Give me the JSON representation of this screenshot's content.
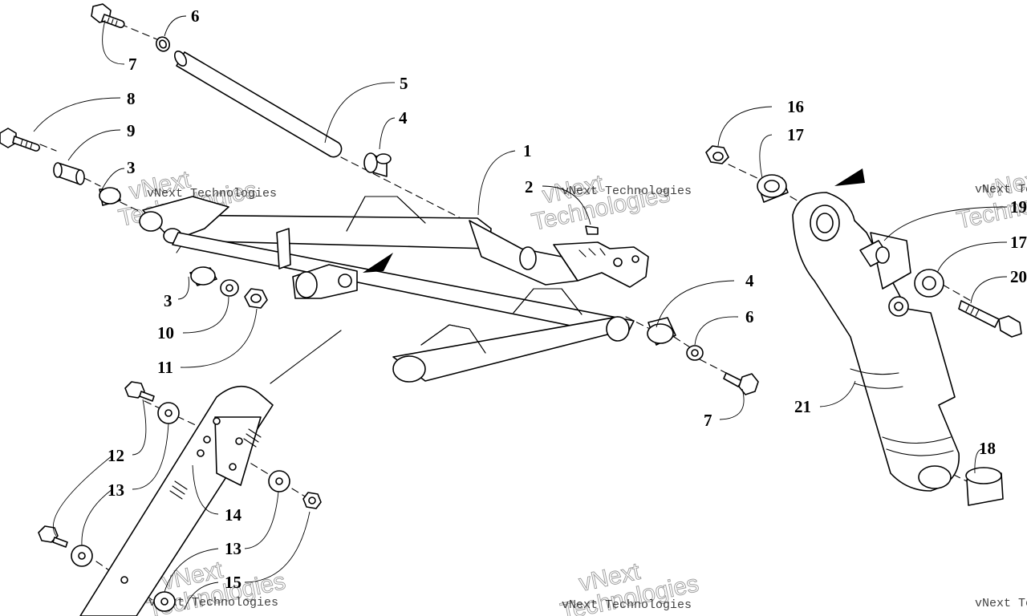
{
  "callouts": [
    {
      "id": "c1",
      "text": "1"
    },
    {
      "id": "c2",
      "text": "2"
    },
    {
      "id": "c3a",
      "text": "3"
    },
    {
      "id": "c3b",
      "text": "3"
    },
    {
      "id": "c4a",
      "text": "4"
    },
    {
      "id": "c4b",
      "text": "4"
    },
    {
      "id": "c5",
      "text": "5"
    },
    {
      "id": "c6a",
      "text": "6"
    },
    {
      "id": "c6b",
      "text": "6"
    },
    {
      "id": "c7a",
      "text": "7"
    },
    {
      "id": "c7b",
      "text": "7"
    },
    {
      "id": "c8",
      "text": "8"
    },
    {
      "id": "c9",
      "text": "9"
    },
    {
      "id": "c10",
      "text": "10"
    },
    {
      "id": "c11",
      "text": "11"
    },
    {
      "id": "c12",
      "text": "12"
    },
    {
      "id": "c13a",
      "text": "13"
    },
    {
      "id": "c13b",
      "text": "13"
    },
    {
      "id": "c14",
      "text": "14"
    },
    {
      "id": "c15",
      "text": "15"
    },
    {
      "id": "c16",
      "text": "16"
    },
    {
      "id": "c17a",
      "text": "17"
    },
    {
      "id": "c17b",
      "text": "17"
    },
    {
      "id": "c18",
      "text": "18"
    },
    {
      "id": "c19",
      "text": "19"
    },
    {
      "id": "c20",
      "text": "20"
    },
    {
      "id": "c21",
      "text": "21"
    }
  ],
  "watermark": {
    "company": "vNext Technologies",
    "big_line1": "vNext",
    "big_line2": "Technologies"
  }
}
